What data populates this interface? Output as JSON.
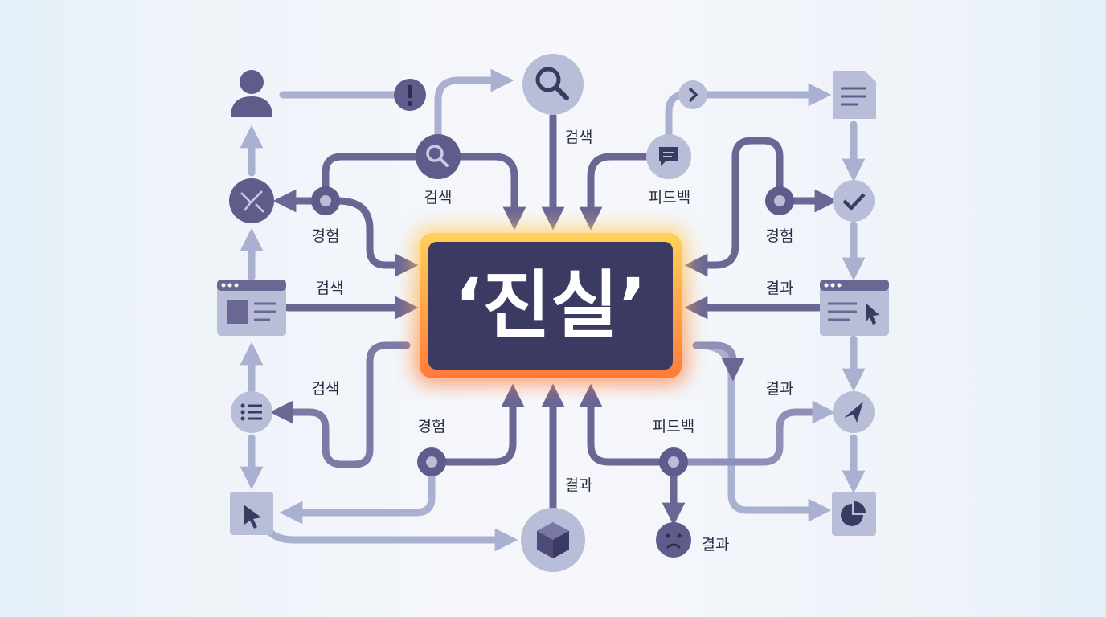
{
  "center": {
    "title": "‘진실’"
  },
  "labels": {
    "top_search": "검색",
    "top_left_search": "검색",
    "top_feedback": "피드백",
    "left_experience": "경험",
    "right_experience": "경험",
    "left_search": "검색",
    "right_result": "결과",
    "bottom_left_search": "검색",
    "bottom_right_result": "결과",
    "bottom_experience": "경험",
    "bottom_feedback": "피드백",
    "bottom_result": "결과",
    "sad_result": "결과"
  },
  "colors": {
    "light_node": "#b8bdd8",
    "dark_node": "#5f5b8b",
    "light_arrow": "#a9b0d0",
    "dark_arrow": "#6a6794",
    "center_fill": "#3b3a62",
    "glow_orange": "#ff8a3d",
    "glow_yellow": "#ffd25a"
  },
  "icons": [
    "person-icon",
    "alert-icon",
    "search-icon",
    "chevron-right-icon",
    "chat-icon",
    "document-icon",
    "check-icon",
    "network-icon",
    "browser-window-icon",
    "list-icon",
    "send-icon",
    "cursor-icon",
    "pie-chart-icon",
    "cube-icon",
    "sad-face-icon"
  ]
}
